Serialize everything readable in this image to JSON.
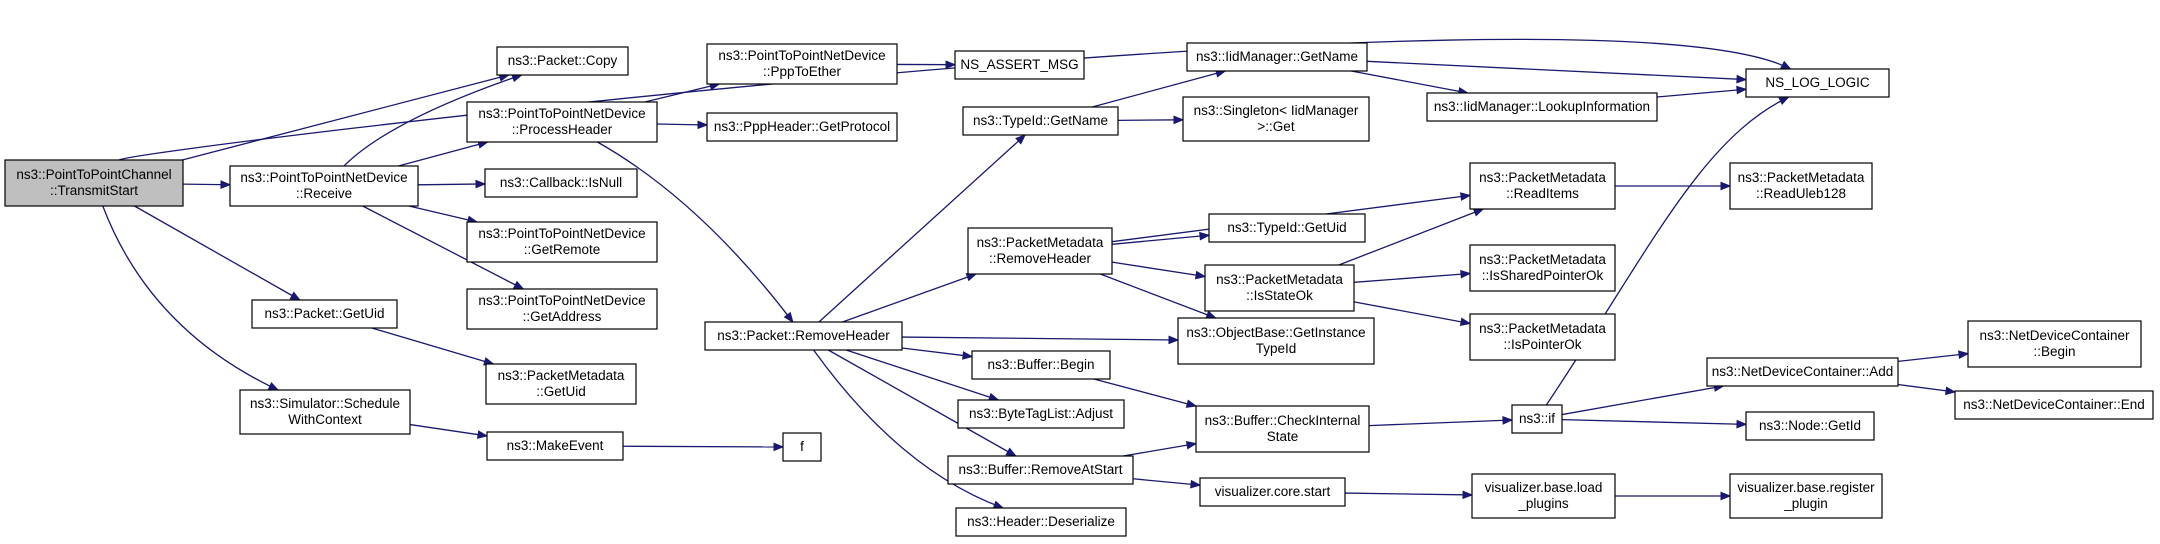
{
  "diagram": {
    "nodes": [
      {
        "id": "root",
        "lines": [
          "ns3::PointToPointChannel",
          "::TransmitStart"
        ],
        "root": true
      },
      {
        "id": "copy",
        "lines": [
          "ns3::Packet::Copy"
        ]
      },
      {
        "id": "p2p_receive",
        "lines": [
          "ns3::PointToPointNetDevice",
          "::Receive"
        ]
      },
      {
        "id": "p2p_processheader",
        "lines": [
          "ns3::PointToPointNetDevice",
          "::ProcessHeader"
        ]
      },
      {
        "id": "p2p_ppptoether",
        "lines": [
          "ns3::PointToPointNetDevice",
          "::PppToEther"
        ]
      },
      {
        "id": "ns_assert_msg",
        "lines": [
          "NS_ASSERT_MSG"
        ]
      },
      {
        "id": "pppheader_getprotocol",
        "lines": [
          "ns3::PppHeader::GetProtocol"
        ]
      },
      {
        "id": "callback_isnull",
        "lines": [
          "ns3::Callback::IsNull"
        ]
      },
      {
        "id": "p2p_getremote",
        "lines": [
          "ns3::PointToPointNetDevice",
          "::GetRemote"
        ]
      },
      {
        "id": "p2p_getaddress",
        "lines": [
          "ns3::PointToPointNetDevice",
          "::GetAddress"
        ]
      },
      {
        "id": "packet_getuid",
        "lines": [
          "ns3::Packet::GetUid"
        ]
      },
      {
        "id": "pm_getuid",
        "lines": [
          "ns3::PacketMetadata",
          "::GetUid"
        ]
      },
      {
        "id": "sim_schedule",
        "lines": [
          "ns3::Simulator::Schedule",
          "WithContext"
        ]
      },
      {
        "id": "makeevent",
        "lines": [
          "ns3::MakeEvent"
        ]
      },
      {
        "id": "f",
        "lines": [
          "f"
        ]
      },
      {
        "id": "packet_removeheader",
        "lines": [
          "ns3::Packet::RemoveHeader"
        ]
      },
      {
        "id": "typeid_getname",
        "lines": [
          "ns3::TypeId::GetName"
        ]
      },
      {
        "id": "iid_getname",
        "lines": [
          "ns3::IidManager::GetName"
        ]
      },
      {
        "id": "singleton_get",
        "lines": [
          "ns3::Singleton< IidManager",
          ">::Get"
        ]
      },
      {
        "id": "iid_lookup",
        "lines": [
          "ns3::IidManager::LookupInformation"
        ]
      },
      {
        "id": "ns_log_logic",
        "lines": [
          "NS_LOG_LOGIC"
        ]
      },
      {
        "id": "pm_removeheader",
        "lines": [
          "ns3::PacketMetadata",
          "::RemoveHeader"
        ]
      },
      {
        "id": "typeid_getuid",
        "lines": [
          "ns3::TypeId::GetUid"
        ]
      },
      {
        "id": "pm_readitems",
        "lines": [
          "ns3::PacketMetadata",
          "::ReadItems"
        ]
      },
      {
        "id": "pm_readuleb128",
        "lines": [
          "ns3::PacketMetadata",
          "::ReadUleb128"
        ]
      },
      {
        "id": "pm_isstateok",
        "lines": [
          "ns3::PacketMetadata",
          "::IsStateOk"
        ]
      },
      {
        "id": "pm_issharedpointerok",
        "lines": [
          "ns3::PacketMetadata",
          "::IsSharedPointerOk"
        ]
      },
      {
        "id": "pm_ispointerok",
        "lines": [
          "ns3::PacketMetadata",
          "::IsPointerOk"
        ]
      },
      {
        "id": "objectbase_getinstancetypeid",
        "lines": [
          "ns3::ObjectBase::GetInstance",
          "TypeId"
        ]
      },
      {
        "id": "buffer_begin",
        "lines": [
          "ns3::Buffer::Begin"
        ]
      },
      {
        "id": "bytetaglist_adjust",
        "lines": [
          "ns3::ByteTagList::Adjust"
        ]
      },
      {
        "id": "buffer_removeatstart",
        "lines": [
          "ns3::Buffer::RemoveAtStart"
        ]
      },
      {
        "id": "header_deserialize",
        "lines": [
          "ns3::Header::Deserialize"
        ]
      },
      {
        "id": "buffer_checkinternalstate",
        "lines": [
          "ns3::Buffer::CheckInternal",
          "State"
        ]
      },
      {
        "id": "ns3_if",
        "lines": [
          "ns3::if"
        ]
      },
      {
        "id": "ndc_add",
        "lines": [
          "ns3::NetDeviceContainer::Add"
        ]
      },
      {
        "id": "ndc_begin",
        "lines": [
          "ns3::NetDeviceContainer",
          "::Begin"
        ]
      },
      {
        "id": "ndc_end",
        "lines": [
          "ns3::NetDeviceContainer::End"
        ]
      },
      {
        "id": "node_getid",
        "lines": [
          "ns3::Node::GetId"
        ]
      },
      {
        "id": "vis_core_start",
        "lines": [
          "visualizer.core.start"
        ]
      },
      {
        "id": "vis_base_load",
        "lines": [
          "visualizer.base.load",
          "_plugins"
        ]
      },
      {
        "id": "vis_base_register",
        "lines": [
          "visualizer.base.register",
          "_plugin"
        ]
      }
    ],
    "edges": [
      [
        "root",
        "ns_log_logic"
      ],
      [
        "root",
        "copy"
      ],
      [
        "root",
        "p2p_receive"
      ],
      [
        "root",
        "packet_getuid"
      ],
      [
        "root",
        "sim_schedule"
      ],
      [
        "p2p_receive",
        "copy"
      ],
      [
        "p2p_receive",
        "p2p_processheader"
      ],
      [
        "p2p_receive",
        "callback_isnull"
      ],
      [
        "p2p_receive",
        "p2p_getremote"
      ],
      [
        "p2p_receive",
        "p2p_getaddress"
      ],
      [
        "p2p_processheader",
        "p2p_ppptoether"
      ],
      [
        "p2p_processheader",
        "pppheader_getprotocol"
      ],
      [
        "p2p_processheader",
        "packet_removeheader"
      ],
      [
        "p2p_ppptoether",
        "ns_assert_msg"
      ],
      [
        "packet_getuid",
        "pm_getuid"
      ],
      [
        "sim_schedule",
        "makeevent"
      ],
      [
        "makeevent",
        "f"
      ],
      [
        "packet_removeheader",
        "typeid_getname"
      ],
      [
        "packet_removeheader",
        "pm_removeheader"
      ],
      [
        "packet_removeheader",
        "objectbase_getinstancetypeid"
      ],
      [
        "packet_removeheader",
        "buffer_begin"
      ],
      [
        "packet_removeheader",
        "bytetaglist_adjust"
      ],
      [
        "packet_removeheader",
        "buffer_removeatstart"
      ],
      [
        "packet_removeheader",
        "header_deserialize"
      ],
      [
        "typeid_getname",
        "iid_getname"
      ],
      [
        "typeid_getname",
        "singleton_get"
      ],
      [
        "iid_getname",
        "ns_log_logic"
      ],
      [
        "iid_getname",
        "iid_lookup"
      ],
      [
        "iid_lookup",
        "ns_log_logic"
      ],
      [
        "pm_removeheader",
        "pm_readitems"
      ],
      [
        "pm_removeheader",
        "typeid_getuid"
      ],
      [
        "pm_removeheader",
        "pm_isstateok"
      ],
      [
        "pm_removeheader",
        "objectbase_getinstancetypeid"
      ],
      [
        "pm_readitems",
        "pm_readuleb128"
      ],
      [
        "pm_isstateok",
        "pm_readitems"
      ],
      [
        "pm_isstateok",
        "pm_issharedpointerok"
      ],
      [
        "pm_isstateok",
        "pm_ispointerok"
      ],
      [
        "buffer_begin",
        "buffer_checkinternalstate"
      ],
      [
        "buffer_removeatstart",
        "buffer_checkinternalstate"
      ],
      [
        "buffer_removeatstart",
        "vis_core_start"
      ],
      [
        "buffer_checkinternalstate",
        "ns3_if"
      ],
      [
        "ns3_if",
        "ns_log_logic"
      ],
      [
        "ns3_if",
        "ndc_add"
      ],
      [
        "ns3_if",
        "node_getid"
      ],
      [
        "ndc_add",
        "ndc_begin"
      ],
      [
        "ndc_add",
        "ndc_end"
      ],
      [
        "vis_core_start",
        "vis_base_load"
      ],
      [
        "vis_base_load",
        "vis_base_register"
      ]
    ]
  }
}
